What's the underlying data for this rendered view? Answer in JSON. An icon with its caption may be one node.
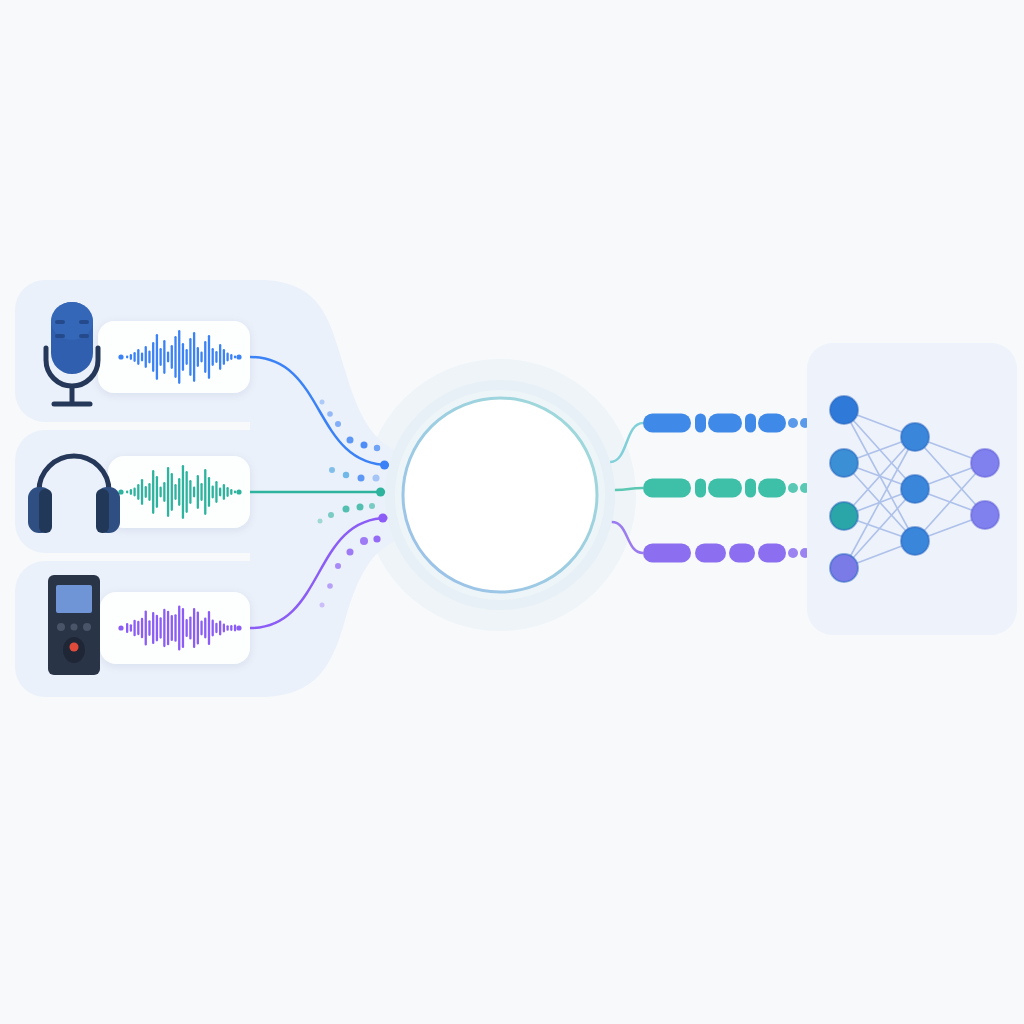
{
  "diagram": {
    "nodes": [
      {
        "text": [],
        "shape": "box"
      },
      {
        "text": [],
        "shape": "box",
        "in": 0
      },
      {
        "text": [],
        "shape": "box"
      },
      {
        "text": [],
        "shape": "box",
        "in": 2
      },
      {
        "text": [],
        "shape": "box"
      },
      {
        "text": [],
        "shape": "box",
        "in": 4
      },
      {
        "text": [],
        "shape": "circle"
      },
      {
        "text": [],
        "shape": "bar"
      },
      {
        "text": [],
        "shape": "bar"
      },
      {
        "text": [],
        "shape": "bar"
      },
      {
        "text": [],
        "shape": "box"
      }
    ],
    "edges": [
      {
        "from": 1,
        "to": 6,
        "arrow": "other",
        "color": "#3b82f6"
      },
      {
        "from": 3,
        "to": 6,
        "arrow": "other",
        "color": "#2db39e"
      },
      {
        "from": 5,
        "to": 6,
        "arrow": "other",
        "color": "#8b5cf6"
      },
      {
        "from": 6,
        "to": 7,
        "arrow": "none",
        "color": "#7fd0d8"
      },
      {
        "from": 6,
        "to": 8,
        "arrow": "none",
        "color": "#5cc8b4"
      },
      {
        "from": 6,
        "to": 9,
        "arrow": "none",
        "color": "#9b7cf0"
      }
    ]
  }
}
